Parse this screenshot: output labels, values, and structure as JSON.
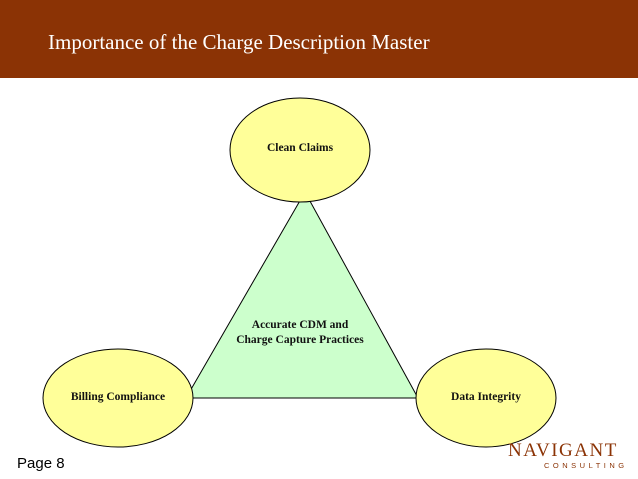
{
  "header": {
    "title": "Importance of the Charge Description Master"
  },
  "diagram": {
    "center": {
      "line1": "Accurate CDM and",
      "line2": "Charge Capture Practices"
    },
    "nodes": {
      "top": "Clean Claims",
      "left": "Billing Compliance",
      "right": "Data Integrity"
    }
  },
  "footer": {
    "page": "Page 8",
    "logo_name": "NAVIGANT",
    "logo_sub": "CONSULTING"
  },
  "colors": {
    "header_bg": "#8b3305",
    "triangle_fill": "#ccffcc",
    "ellipse_fill": "#ffff99",
    "brand": "#8b3305"
  }
}
